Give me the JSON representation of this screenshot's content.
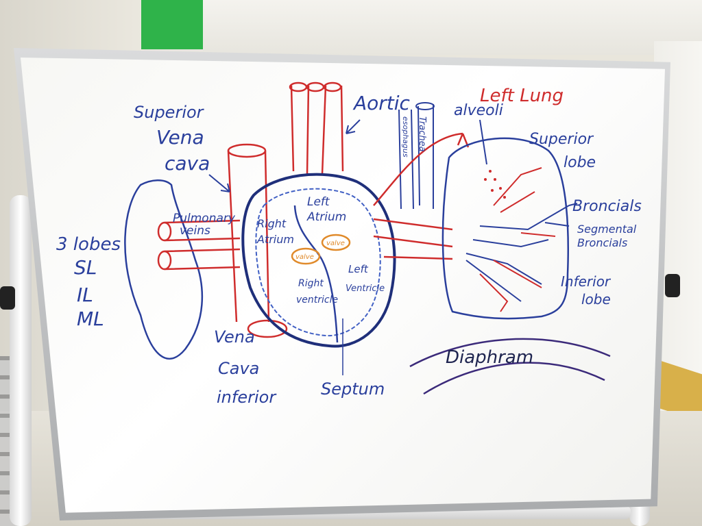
{
  "labels": {
    "superior": "Superior",
    "vena": "Vena",
    "cava": "cava",
    "aortic": "Aortic",
    "left_lung": "Left Lung",
    "alveoli": "alveoli",
    "trachea": "Trachea",
    "esophagus": "esophagus",
    "superior_lobe_1": "Superior",
    "superior_lobe_2": "lobe",
    "broncials": "Broncials",
    "segmental": "Segmental",
    "segmental_2": "Broncials",
    "inferior_lobe_1": "Inferior",
    "inferior_lobe_2": "lobe",
    "diaphragm": "Diaphram",
    "pulmonary": "Pulmonary",
    "veins": "veins",
    "right_atrium_1": "Right",
    "right_atrium_2": "Atrium",
    "left_atrium_1": "Left",
    "left_atrium_2": "Atrium",
    "valve_1": "valve",
    "valve_2": "valve",
    "right_ventricle_1": "Right",
    "right_ventricle_2": "ventricle",
    "left_ventricle_1": "Left",
    "left_ventricle_2": "Ventricle",
    "lobes_title": "3 lobes",
    "lobe_sl": "SL",
    "lobe_il": "IL",
    "lobe_ml": "ML",
    "vena_cava_inferior_1": "Vena",
    "vena_cava_inferior_2": "Cava",
    "vena_cava_inferior_3": "inferior",
    "septum": "Septum"
  },
  "colors": {
    "blue_marker": "#2a3f9c",
    "red_marker": "#cf2c2c",
    "orange_marker": "#e08a2a",
    "purple_marker": "#3b2a7a"
  }
}
